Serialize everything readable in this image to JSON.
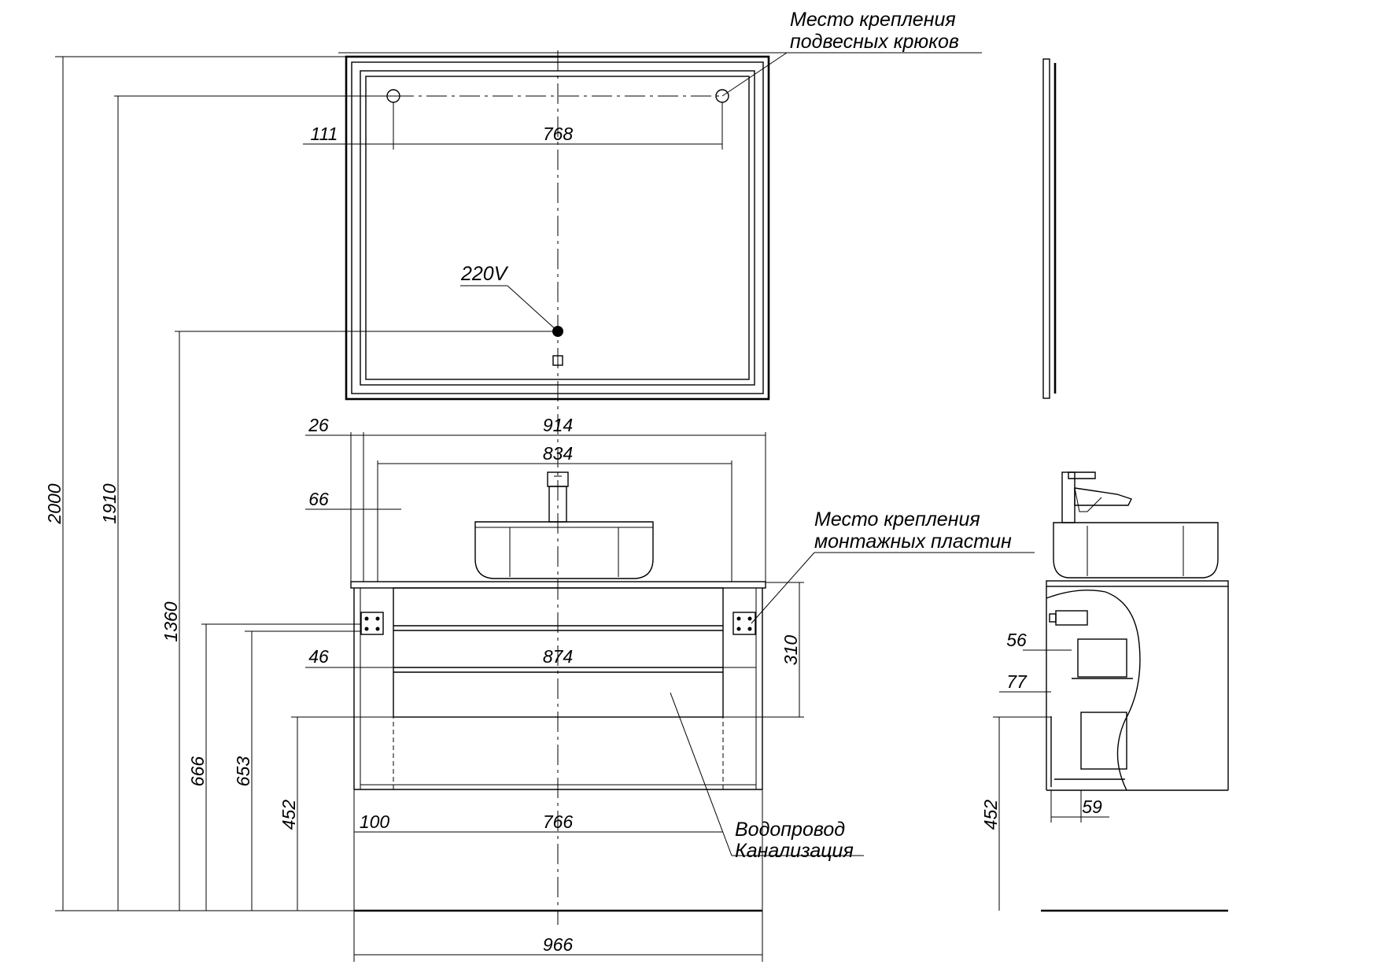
{
  "annotations": {
    "hook_points_line1": "Место крепления",
    "hook_points_line2": "подвесных крюков",
    "mount_plates_line1": "Место крепления",
    "mount_plates_line2": "монтажных пластин",
    "power_socket": "220V",
    "water_supply": "Водопровод",
    "sewage": "Канализация"
  },
  "dimensions": {
    "total_height": "2000",
    "hook_height": "1910",
    "socket_height": "1360",
    "plate_height": "666",
    "plate_height_lower": "653",
    "drain_height": "452",
    "side_drain_height": "452",
    "hook_offset": "111",
    "hook_spacing": "768",
    "cabinet_offset": "26",
    "top_width": "914",
    "basin_zone": "834",
    "basin_offset": "66",
    "plate_offset": "46",
    "plate_spacing": "874",
    "cabinet_height": "310",
    "pipe_offset": "100",
    "pipe_zone": "766",
    "total_width": "966",
    "side_offset_1": "56",
    "side_offset_2": "77",
    "side_depth": "59"
  }
}
